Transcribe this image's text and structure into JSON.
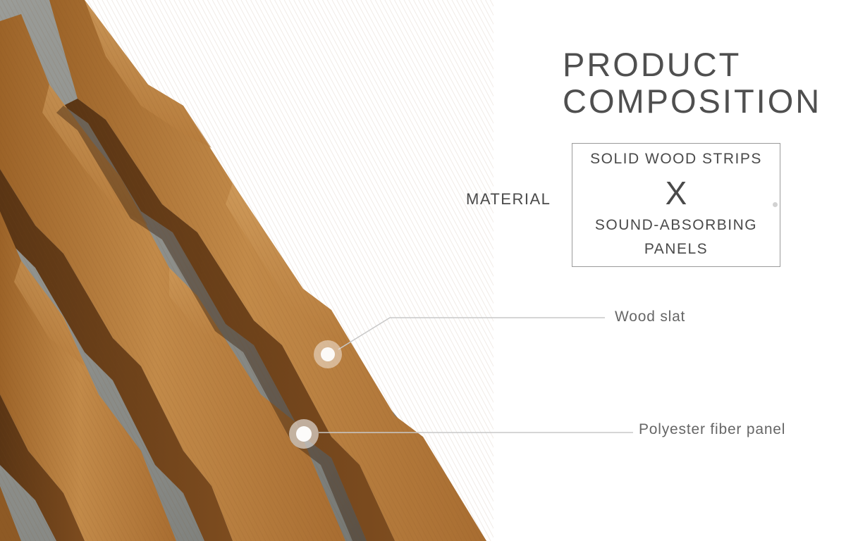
{
  "heading": {
    "line1": "PRODUCT",
    "line2": "COMPOSITION"
  },
  "material": {
    "label": "MATERIAL",
    "line1": "SOLID WOOD STRIPS",
    "separator": "X",
    "line2": "SOUND-ABSORBING",
    "line3": "PANELS"
  },
  "callouts": {
    "wood_slat": "Wood slat",
    "polyester_panel": "Polyester fiber panel"
  },
  "colors": {
    "wood": "#b07a3c",
    "wood_dark": "#6e4219",
    "felt": "#8a8c88",
    "text": "#4f4f4f",
    "background": "#ffffff"
  }
}
